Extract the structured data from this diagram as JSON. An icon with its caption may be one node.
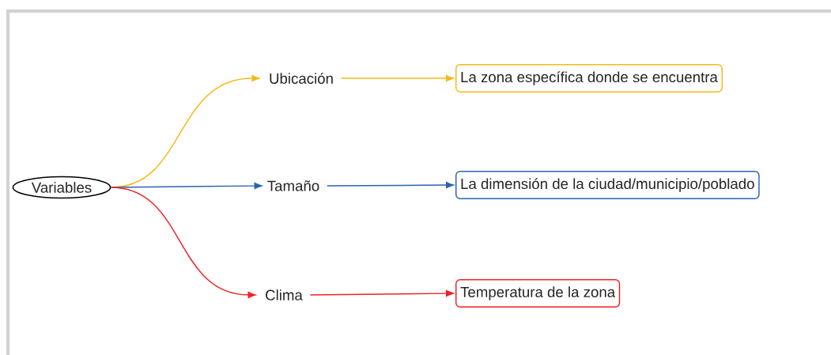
{
  "diagram": {
    "nodes": [
      {
        "text": [
          "Variables"
        ]
      },
      {
        "text": [
          "Ubicación"
        ]
      },
      {
        "text": [
          "La zona específica donde se encuentra"
        ]
      },
      {
        "text": [
          "Tamaño"
        ]
      },
      {
        "text": [
          "La dimensión de la ciudad/municipio/poblado"
        ]
      },
      {
        "text": [
          "Clima"
        ]
      },
      {
        "text": [
          "Temperatura de la zona"
        ]
      }
    ],
    "edges": [
      {
        "from": 0,
        "to": 1,
        "arrow": "to",
        "color": "#f5b918"
      },
      {
        "from": 1,
        "to": 2,
        "arrow": "to",
        "color": "#f5b918"
      },
      {
        "from": 0,
        "to": 3,
        "arrow": "to",
        "color": "#2a63ad"
      },
      {
        "from": 3,
        "to": 4,
        "arrow": "to",
        "color": "#2a63ad"
      },
      {
        "from": 0,
        "to": 5,
        "arrow": "to",
        "color": "#ee2125"
      },
      {
        "from": 5,
        "to": 6,
        "arrow": "to",
        "color": "#ee2125"
      }
    ]
  }
}
